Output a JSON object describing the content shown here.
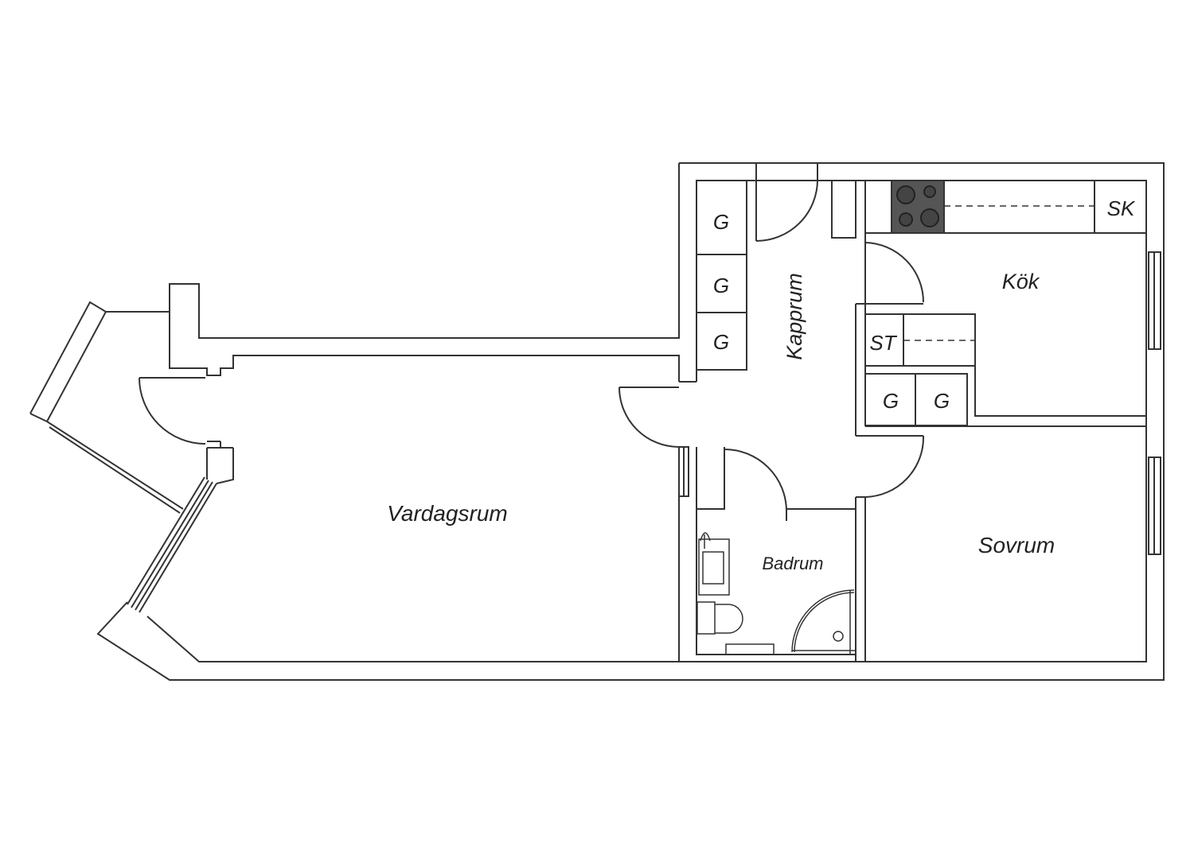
{
  "rooms": {
    "vardagsrum": "Vardagsrum",
    "kapprum": "Kapprum",
    "kok": "Kök",
    "sovrum": "Sovrum",
    "badrum": "Badrum"
  },
  "fixtures": {
    "closet_1": "G",
    "closet_2": "G",
    "closet_3": "G",
    "closet_kitchen_1": "G",
    "closet_kitchen_2": "G",
    "fridge": "SK",
    "freezer": "ST"
  },
  "colors": {
    "line": "#333333",
    "stove": "#555555",
    "background": "#ffffff"
  }
}
